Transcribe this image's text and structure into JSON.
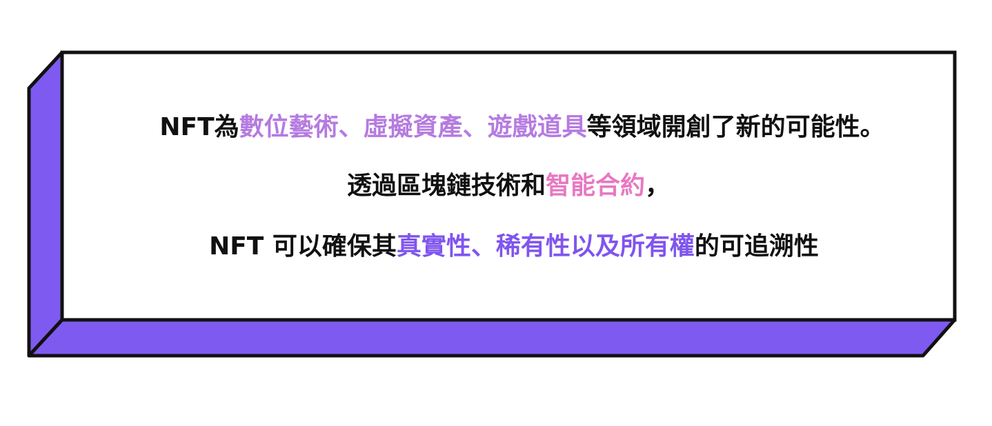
{
  "colors": {
    "frame_side": "#7f5af0",
    "frame_border": "#111111",
    "panel_bg": "#ffffff",
    "text": "#111111",
    "highlight_lilac": "#b57be0",
    "highlight_pink": "#e878c2",
    "highlight_violet": "#8055ee"
  },
  "line1": {
    "part1": "NFT為",
    "part2": "數位藝術、虛擬資產、遊戲道具",
    "part3": "等領域開創了新的可能性。"
  },
  "line2": {
    "part1": "透過區塊鏈技術和",
    "part2": "智能合約",
    "part3": "，"
  },
  "line3": {
    "part1": "NFT 可以確保其",
    "part2": "真實性、稀有性以及所有權",
    "part3": "的可追溯性"
  }
}
